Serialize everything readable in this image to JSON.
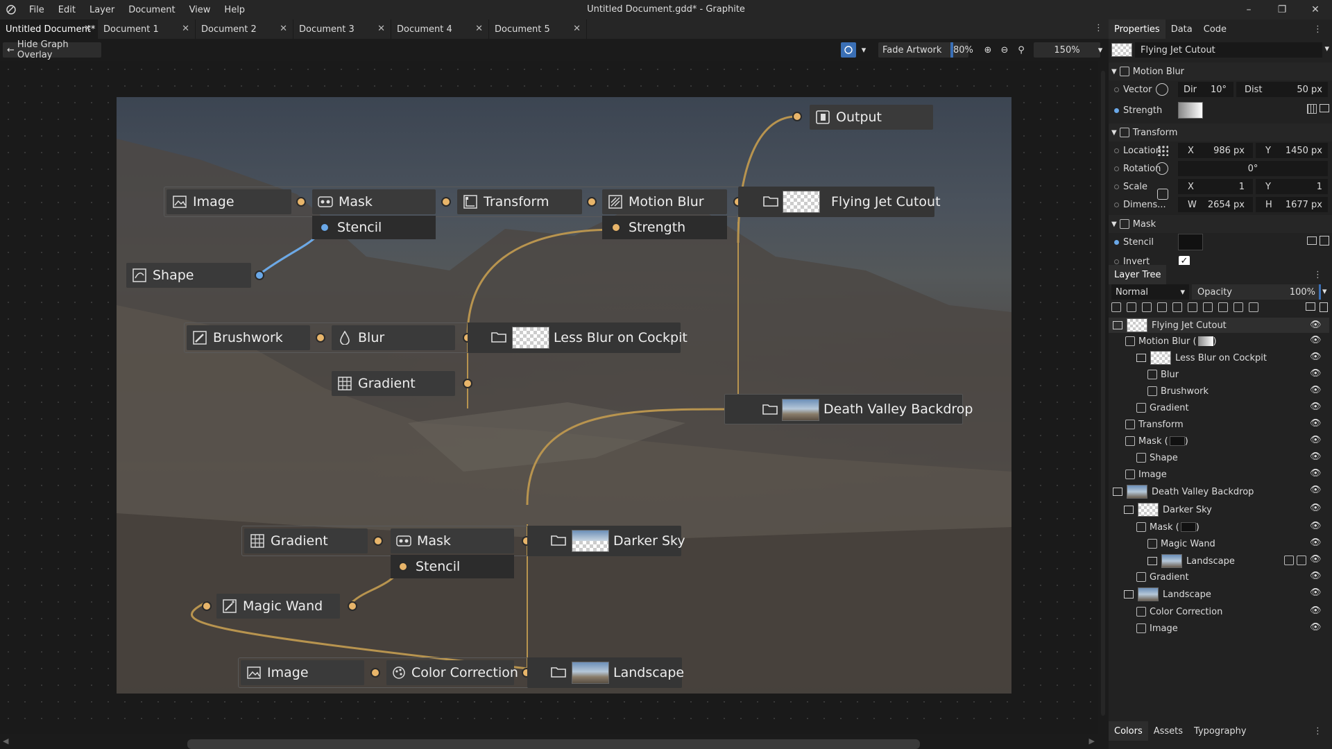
{
  "window": {
    "title": "Untitled Document.gdd* - Graphite",
    "menu": [
      "File",
      "Edit",
      "Layer",
      "Document",
      "View",
      "Help"
    ],
    "controls": [
      "minimize",
      "restore",
      "close"
    ]
  },
  "tabs": [
    {
      "label": "Untitled Document*",
      "active": true
    },
    {
      "label": "Document 1"
    },
    {
      "label": "Document 2"
    },
    {
      "label": "Document 3"
    },
    {
      "label": "Document 4"
    },
    {
      "label": "Document 5"
    }
  ],
  "toolbar": {
    "hide_overlay": "Hide Graph Overlay",
    "fade_label": "Fade Artwork",
    "fade_value": "80%",
    "zoom": "150%",
    "fade_fraction": 0.8
  },
  "graph": {
    "output": "Output",
    "row1": {
      "image": "Image",
      "mask": "Mask",
      "stencil": "Stencil",
      "transform": "Transform",
      "motion_blur": "Motion Blur",
      "strength": "Strength",
      "layer": "Flying Jet Cutout"
    },
    "shape": "Shape",
    "row2": {
      "brushwork": "Brushwork",
      "blur": "Blur",
      "layer": "Less Blur on Cockpit"
    },
    "gradient1": "Gradient",
    "backdrop": "Death Valley Backdrop",
    "row3": {
      "gradient": "Gradient",
      "mask": "Mask",
      "stencil": "Stencil",
      "layer": "Darker Sky"
    },
    "magic_wand": "Magic Wand",
    "row4": {
      "image": "Image",
      "color_correction": "Color Correction",
      "layer": "Landscape"
    }
  },
  "properties": {
    "tabs": [
      "Properties",
      "Data",
      "Code"
    ],
    "layer_name": "Flying Jet Cutout",
    "motion_blur": {
      "title": "Motion Blur",
      "vector": "Vector",
      "dir_label": "Dir",
      "dir_value": "10°",
      "dist_label": "Dist",
      "dist_value": "50 px",
      "strength": "Strength"
    },
    "transform": {
      "title": "Transform",
      "location": "Location",
      "loc_x_label": "X",
      "loc_x": "986 px",
      "loc_y_label": "Y",
      "loc_y": "1450 px",
      "rotation": "Rotation",
      "rot_value": "0°",
      "scale": "Scale",
      "scale_x_label": "X",
      "scale_x": "1",
      "scale_y_label": "Y",
      "scale_y": "1",
      "dimensions": "Dimens...",
      "dim_w_label": "W",
      "dim_w": "2654 px",
      "dim_h_label": "H",
      "dim_h": "1677 px"
    },
    "mask": {
      "title": "Mask",
      "stencil": "Stencil",
      "invert": "Invert"
    }
  },
  "layer_tree": {
    "title": "Layer Tree",
    "blend": "Normal",
    "opacity_label": "Opacity",
    "opacity_value": "100%",
    "items": [
      {
        "label": "Flying Jet Cutout"
      },
      {
        "label": "Motion Blur ("
      },
      {
        "label": "Less Blur on Cockpit"
      },
      {
        "label": "Blur"
      },
      {
        "label": "Brushwork"
      },
      {
        "label": "Gradient"
      },
      {
        "label": "Transform"
      },
      {
        "label": "Mask ("
      },
      {
        "label": "Shape"
      },
      {
        "label": "Image"
      },
      {
        "label": "Death Valley Backdrop"
      },
      {
        "label": "Darker Sky"
      },
      {
        "label": "Mask ("
      },
      {
        "label": "Magic Wand"
      },
      {
        "label": "Landscape"
      },
      {
        "label": "Gradient"
      },
      {
        "label": "Landscape"
      },
      {
        "label": "Color Correction"
      },
      {
        "label": "Image"
      }
    ]
  },
  "bottom_tabs": [
    "Colors",
    "Assets",
    "Typography"
  ],
  "colors": {
    "wire": "#b8944f",
    "port": "#e8b56a",
    "stencil_port": "#6aa8e8",
    "panel": "#222222"
  }
}
